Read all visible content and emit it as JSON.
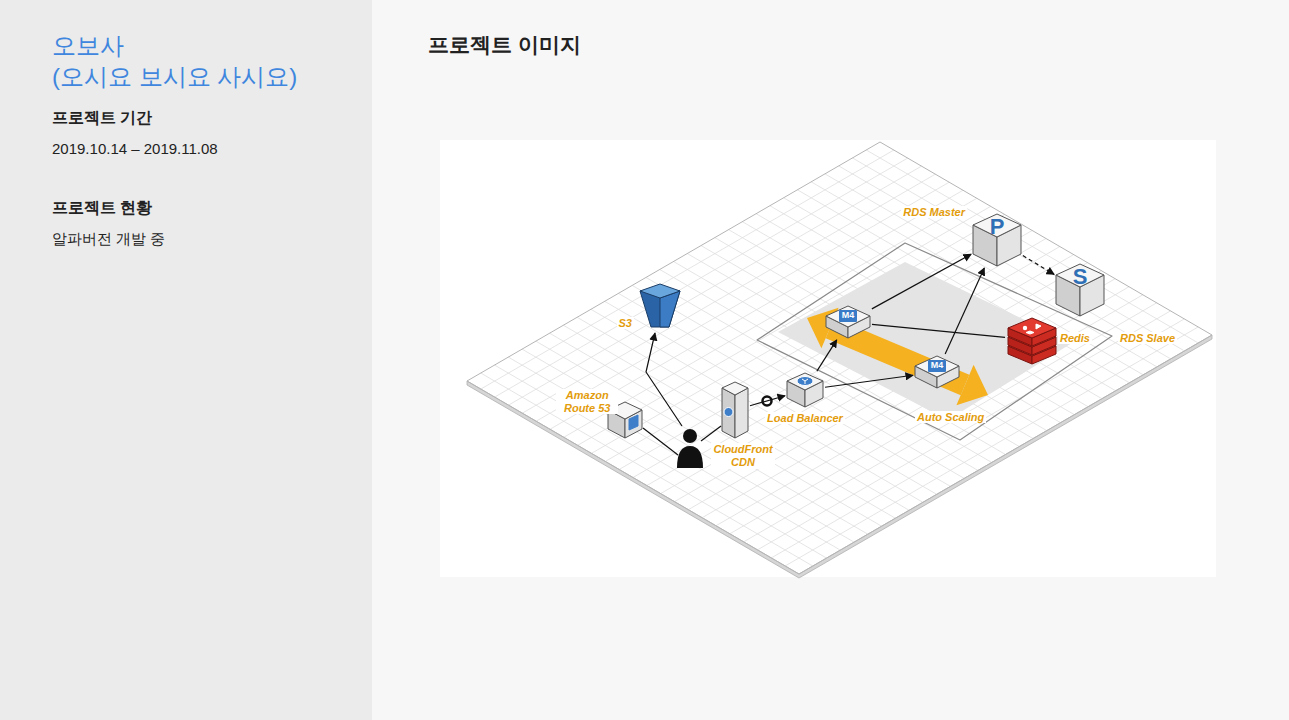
{
  "diagram": {
    "title": "오보사",
    "nodes": [
      {
        "text": [
          "S3"
        ]
      },
      {
        "text": [
          "Amazon Route 53"
        ]
      },
      {
        "text": [
          "CloudFront CDN"
        ]
      },
      {
        "text": [
          "Load Balancer"
        ]
      },
      {
        "text": [
          "Auto Scaling"
        ]
      },
      {
        "text": [
          "M4"
        ],
        "in": 4
      },
      {
        "text": [
          "M4"
        ],
        "in": 4
      },
      {
        "text": [
          "P",
          "RDS Master"
        ]
      },
      {
        "text": [
          "S",
          "RDS Slave"
        ]
      },
      {
        "text": [
          "Redis"
        ]
      }
    ],
    "edges": [
      {
        "from": 2,
        "to": 3,
        "arrow": "to"
      },
      {
        "from": 3,
        "to": 5,
        "arrow": "to"
      },
      {
        "from": 3,
        "to": 6,
        "arrow": "to"
      },
      {
        "from": 5,
        "to": 7,
        "arrow": "to"
      },
      {
        "from": 6,
        "to": 7,
        "arrow": "to"
      },
      {
        "from": 5,
        "to": 9,
        "arrow": "none"
      },
      {
        "from": 7,
        "to": 8,
        "arrow": "to"
      }
    ],
    "labels": [
      "(오시요 보시요 사시요)",
      "프로젝트 기간",
      "2019.10.14 – 2019.11.08",
      "프로젝트 현황",
      "알파버전 개발 중",
      "프로젝트 이미지"
    ]
  }
}
